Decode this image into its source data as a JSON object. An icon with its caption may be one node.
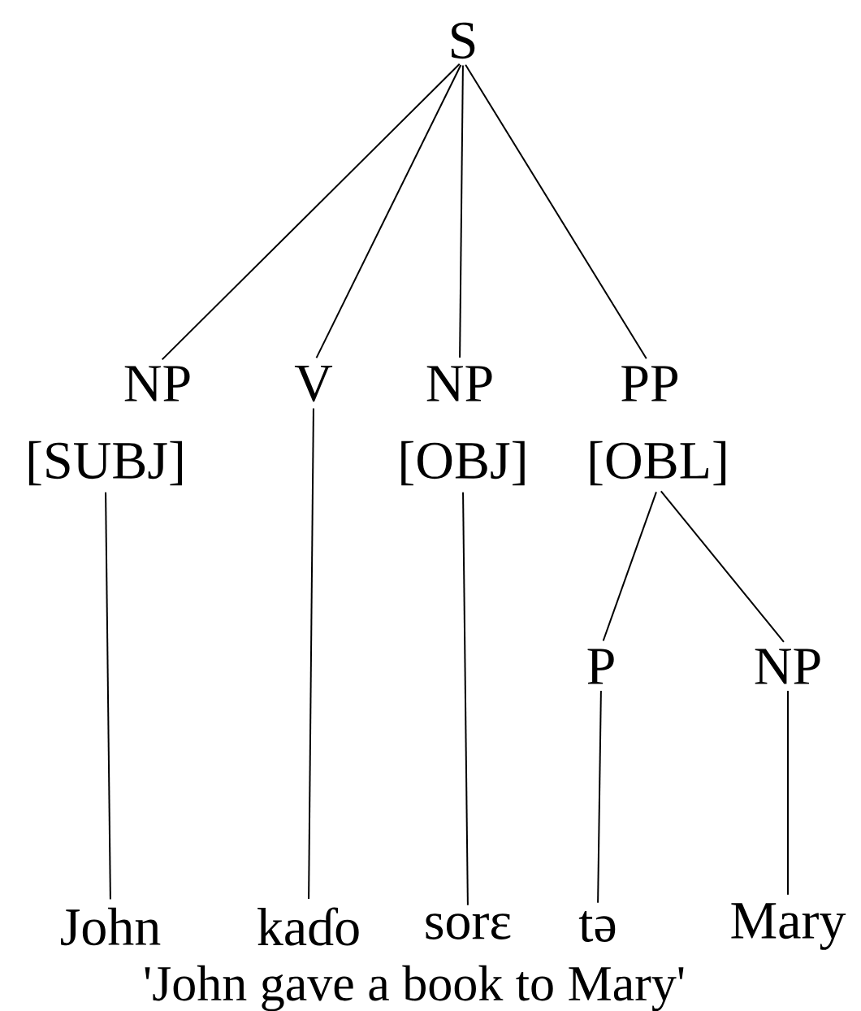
{
  "diagram": {
    "caption": "'John gave a book to Mary'",
    "nodes": [
      {
        "text": [
          "S"
        ]
      },
      {
        "text": [
          "NP",
          "[SUBJ]"
        ]
      },
      {
        "text": [
          "V"
        ]
      },
      {
        "text": [
          "NP",
          "[OBJ]"
        ]
      },
      {
        "text": [
          "PP",
          "[OBL]"
        ]
      },
      {
        "text": [
          "P"
        ]
      },
      {
        "text": [
          "NP"
        ]
      },
      {
        "text": [
          "John"
        ]
      },
      {
        "text": [
          "kaɗo"
        ]
      },
      {
        "text": [
          "sorɛ"
        ]
      },
      {
        "text": [
          "tə"
        ]
      },
      {
        "text": [
          "Mary"
        ]
      }
    ],
    "edges": [
      {
        "from": 0,
        "to": 1,
        "arrow": "none"
      },
      {
        "from": 0,
        "to": 2,
        "arrow": "none"
      },
      {
        "from": 0,
        "to": 3,
        "arrow": "none"
      },
      {
        "from": 0,
        "to": 4,
        "arrow": "none"
      },
      {
        "from": 1,
        "to": 7,
        "arrow": "none"
      },
      {
        "from": 2,
        "to": 8,
        "arrow": "none"
      },
      {
        "from": 3,
        "to": 9,
        "arrow": "none"
      },
      {
        "from": 4,
        "to": 5,
        "arrow": "none"
      },
      {
        "from": 4,
        "to": 6,
        "arrow": "none"
      },
      {
        "from": 5,
        "to": 10,
        "arrow": "none"
      },
      {
        "from": 6,
        "to": 11,
        "arrow": "none"
      }
    ]
  }
}
